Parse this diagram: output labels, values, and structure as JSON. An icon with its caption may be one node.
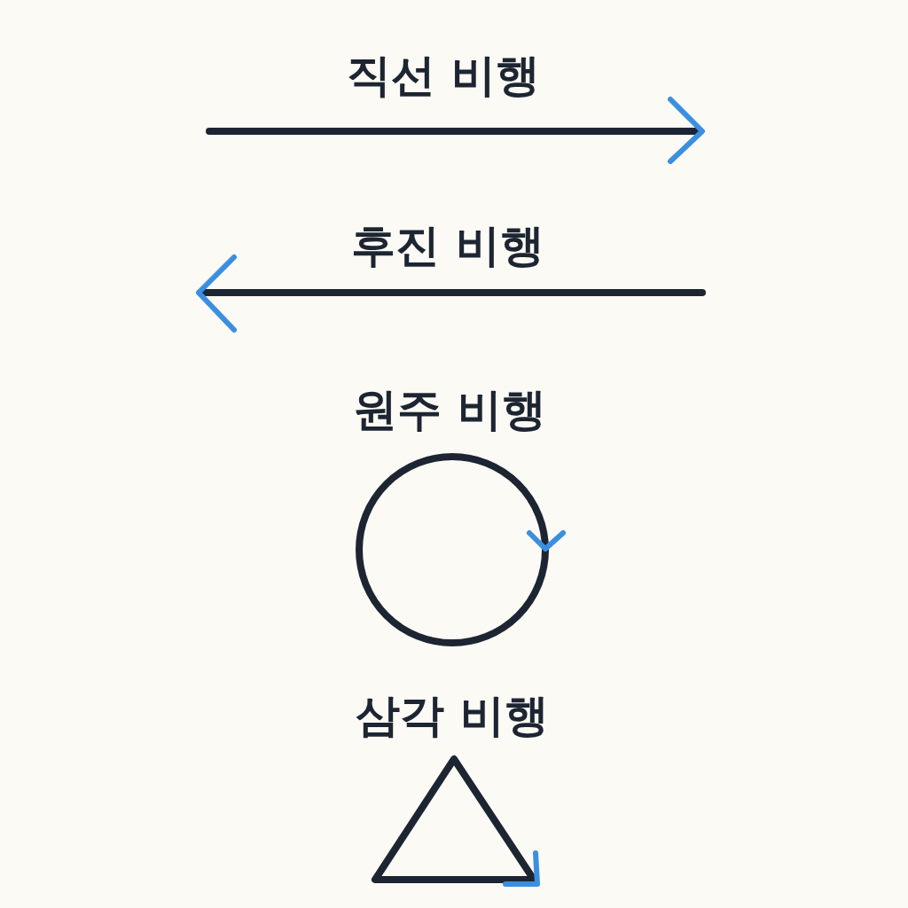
{
  "diagram": {
    "labels": [
      "직선 비행",
      "후진 비행",
      "원주 비행",
      "삼각 비행"
    ]
  }
}
